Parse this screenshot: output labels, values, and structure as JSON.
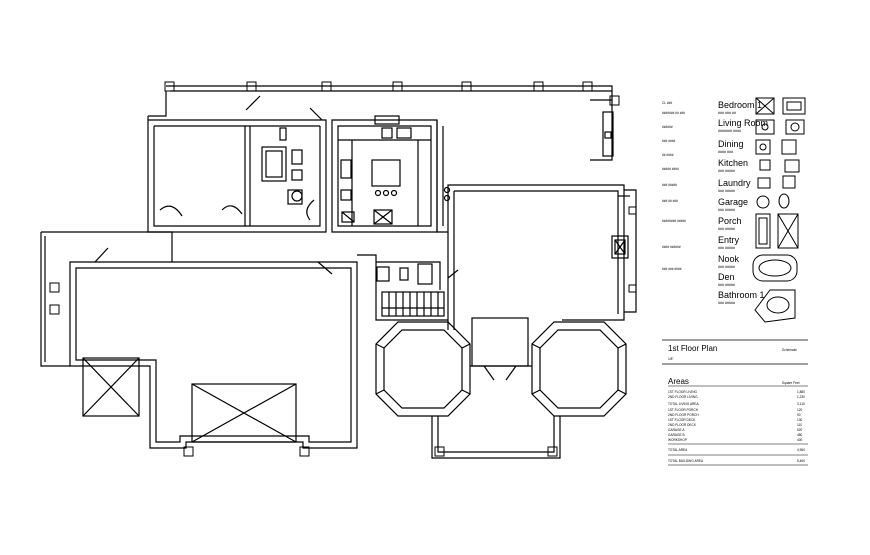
{
  "legend": {
    "rooms": [
      {
        "name": "Bedroom 1",
        "sub": "### ### ##"
      },
      {
        "name": "Living Room",
        "sub": "####### ####"
      },
      {
        "name": "Dining",
        "sub": "#### ###"
      },
      {
        "name": "Kitchen",
        "sub": "### #####"
      },
      {
        "name": "Laundry",
        "sub": "### #####"
      },
      {
        "name": "Garage",
        "sub": "### #####"
      },
      {
        "name": "Porch",
        "sub": "### #####"
      },
      {
        "name": "Entry",
        "sub": "### #####"
      },
      {
        "name": "Nook",
        "sub": "### #####"
      },
      {
        "name": "Den",
        "sub": "### #####"
      },
      {
        "name": "Bathroom 1",
        "sub": "### #####"
      }
    ]
  },
  "title_block": {
    "title": "1st Floor Plan",
    "right": "Schematic",
    "scale": "1/8\""
  },
  "areas": {
    "title": "Areas",
    "col_header": "Square Feet",
    "rows": [
      {
        "label": "1ST FLOOR LIVING",
        "value": "1,880"
      },
      {
        "label": "2ND FLOOR LIVING",
        "value": "1,230"
      },
      {
        "label": "TOTAL LIVING AREA",
        "value": "3,110"
      },
      {
        "label": "1ST FLOOR PORCH",
        "value": "120"
      },
      {
        "label": "2ND FLOOR PORCH",
        "value": "90"
      },
      {
        "label": "1ST FLOOR DECK",
        "value": "130"
      },
      {
        "label": "2ND FLOOR DECK",
        "value": "110"
      },
      {
        "label": "GARAGE A",
        "value": "520"
      },
      {
        "label": "GARAGE B",
        "value": "480"
      },
      {
        "label": "WORKSHOP",
        "value": "400"
      },
      {
        "label": "TOTAL AREA",
        "value": "4,960"
      },
      {
        "label": "TOTAL BUILDING AREA",
        "value": "5,460"
      }
    ]
  },
  "notes": [
    "CL ###",
    "####### ## ###",
    "######",
    "### ####",
    "## ####",
    "##### ####",
    "### #####",
    "### ## ###",
    "######## #####",
    "#### ######",
    "### ### ####"
  ]
}
